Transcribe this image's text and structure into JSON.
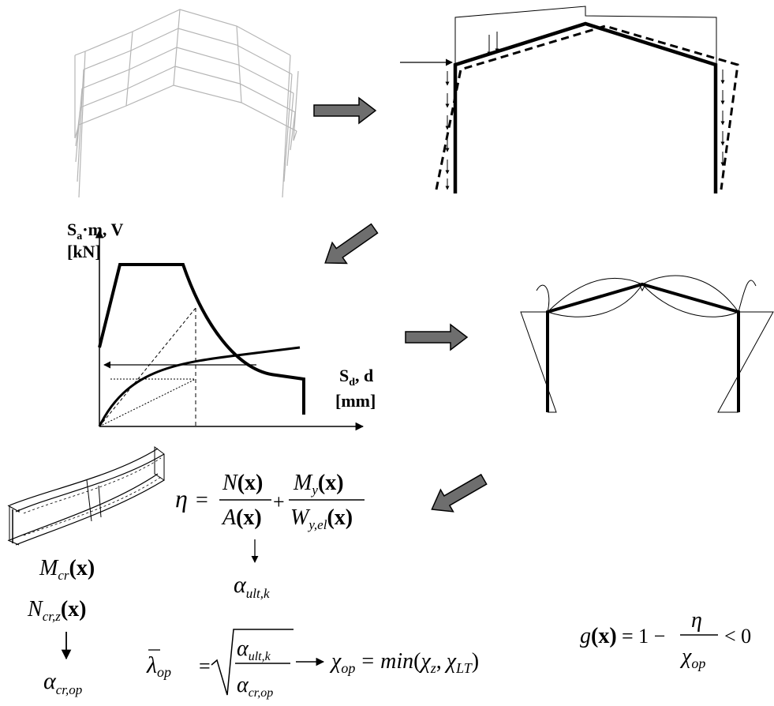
{
  "capacity_plot": {
    "y_label_main": "S",
    "y_label_sub": "a",
    "y_label_rest": "·m, V",
    "y_unit": "[kN]",
    "x_label_main": "S",
    "x_label_sub": "d",
    "x_label_rest": ", d",
    "x_unit": "[mm]"
  },
  "formulas": {
    "eta_symbol": "η",
    "eq": "=",
    "N": "N",
    "A": "A",
    "M": "M",
    "My_sub": "y",
    "W": "W",
    "W_sub": "y,el",
    "x_arg": "(x)",
    "plus": "+",
    "alpha": "α",
    "ult_sub": "ult,k",
    "Mcr_M": "M",
    "Mcr_sub": "cr",
    "Ncr_N": "N",
    "Ncr_sub": "cr,z",
    "cr_op_sub": "cr,op",
    "lambda": "λ",
    "op_sub": "op",
    "chi": "χ",
    "min_text": "min",
    "chi_z_sub": "z",
    "chi_lt_sub": "LT",
    "comma": ",",
    "paren_open": "(",
    "paren_close": ")",
    "g_text": "g",
    "one_minus": "= 1 −",
    "lt_zero": "< 0"
  }
}
